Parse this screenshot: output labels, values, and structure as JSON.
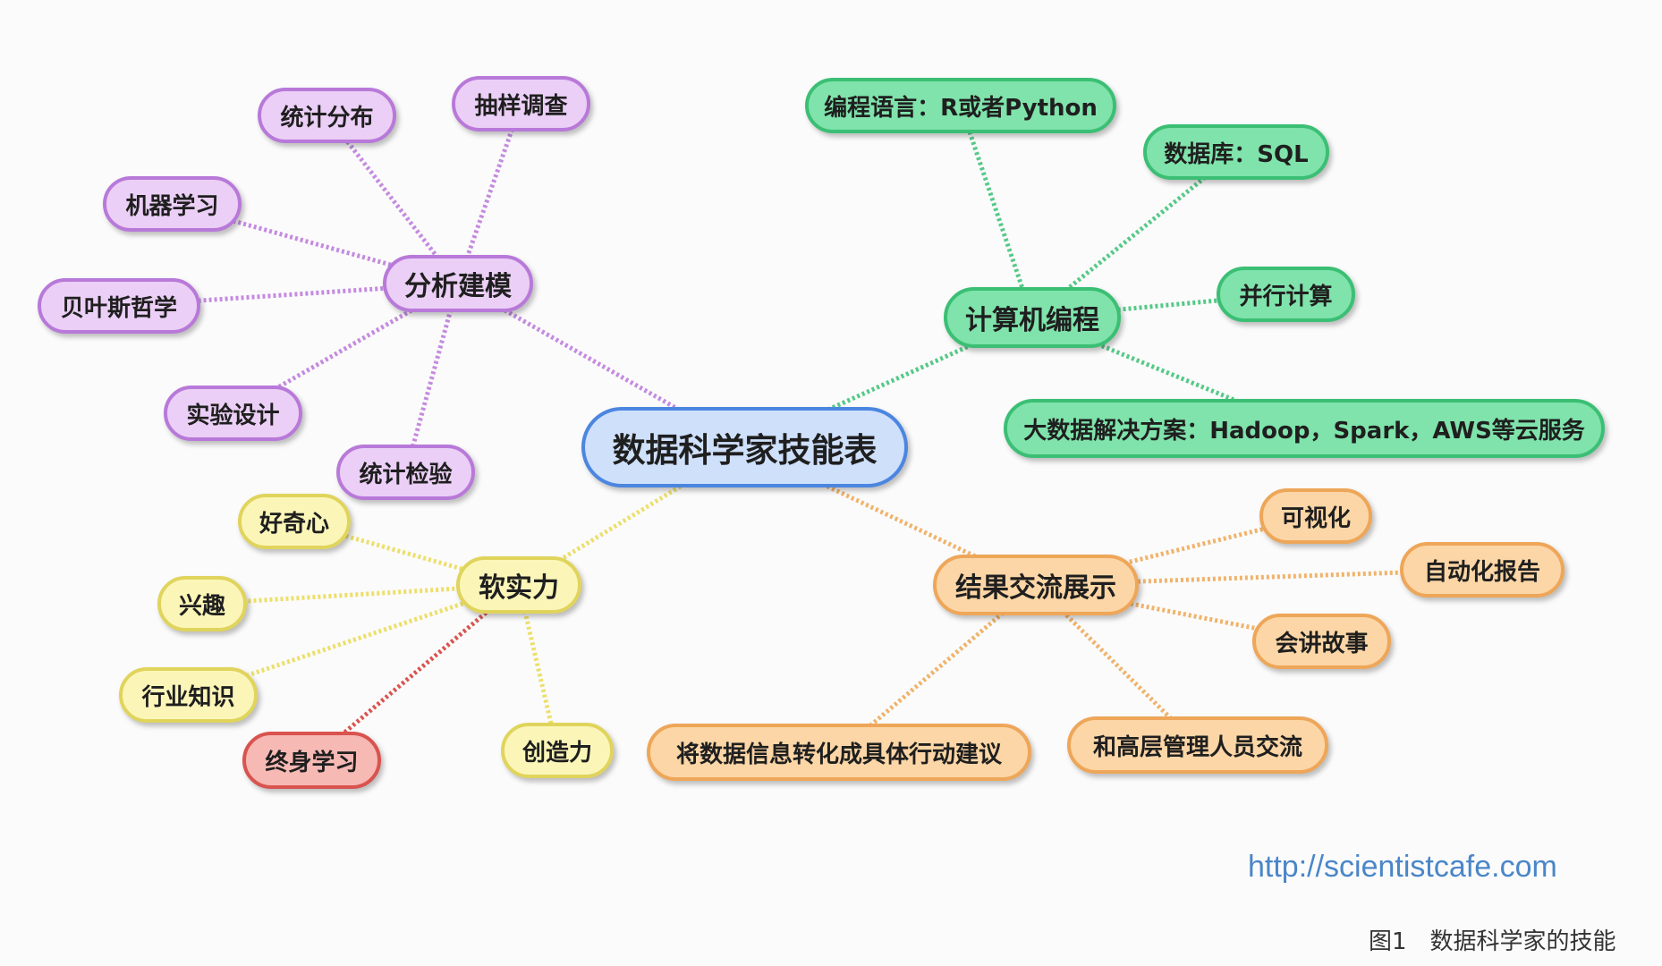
{
  "root": {
    "label": "数据科学家技能表",
    "fill": "#cfe0fb",
    "stroke": "#4b86e0"
  },
  "branches": [
    {
      "label": "分析建模",
      "fill": "#ebcff6",
      "stroke": "#b879d9",
      "line": "#c48ae0",
      "children": [
        {
          "label": "统计分布"
        },
        {
          "label": "抽样调查"
        },
        {
          "label": "机器学习"
        },
        {
          "label": "贝叶斯哲学"
        },
        {
          "label": "实验设计"
        },
        {
          "label": "统计检验"
        }
      ]
    },
    {
      "label": "计算机编程",
      "fill": "#7fe3ab",
      "stroke": "#3bbf74",
      "line": "#55c987",
      "children": [
        {
          "label": "编程语言：R或者Python"
        },
        {
          "label": "数据库：SQL"
        },
        {
          "label": "并行计算"
        },
        {
          "label": "大数据解决方案：Hadoop，Spark，AWS等云服务"
        }
      ]
    },
    {
      "label": "软实力",
      "fill": "#fbf6b8",
      "stroke": "#e0d45c",
      "line": "#ecdf6a",
      "children": [
        {
          "label": "好奇心"
        },
        {
          "label": "兴趣"
        },
        {
          "label": "行业知识"
        },
        {
          "label": "终身学习",
          "fill": "#f7b9b4",
          "stroke": "#d9534f",
          "line": "#d9534f"
        },
        {
          "label": "创造力"
        }
      ]
    },
    {
      "label": "结果交流展示",
      "fill": "#fcd6a6",
      "stroke": "#eea659",
      "line": "#f0b36b",
      "children": [
        {
          "label": "可视化"
        },
        {
          "label": "自动化报告"
        },
        {
          "label": "会讲故事"
        },
        {
          "label": "将数据信息转化成具体行动建议"
        },
        {
          "label": "和高层管理人员交流"
        }
      ]
    }
  ],
  "footer": {
    "url": "http://scientistcafe.com",
    "caption": "图1　数据科学家的技能"
  }
}
